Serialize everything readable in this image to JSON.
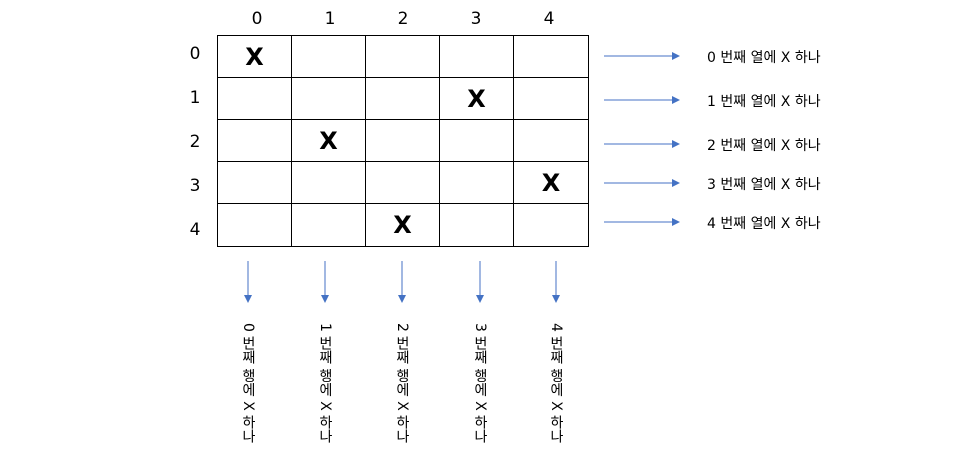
{
  "column_indices": [
    "0",
    "1",
    "2",
    "3",
    "4"
  ],
  "row_indices": [
    "0",
    "1",
    "2",
    "3",
    "4"
  ],
  "grid": [
    [
      "X",
      "",
      "",
      "",
      ""
    ],
    [
      "",
      "",
      "",
      "X",
      ""
    ],
    [
      "",
      "X",
      "",
      "",
      ""
    ],
    [
      "",
      "",
      "",
      "",
      "X"
    ],
    [
      "",
      "",
      "X",
      "",
      ""
    ]
  ],
  "row_notes": [
    "0 번째 열에 X 하나",
    "1 번째 열에 X 하나",
    "2 번째 열에 X 하나",
    "3 번째 열에 X 하나",
    "4 번째 열에 X 하나"
  ],
  "column_notes": [
    "0 번째 행에 X 하나",
    "1 번째 행에 X 하나",
    "2 번째 행에 X 하나",
    "3 번째 행에 X 하나",
    "4 번째 행에 X 하나"
  ],
  "arrow_color": "#4472c4"
}
